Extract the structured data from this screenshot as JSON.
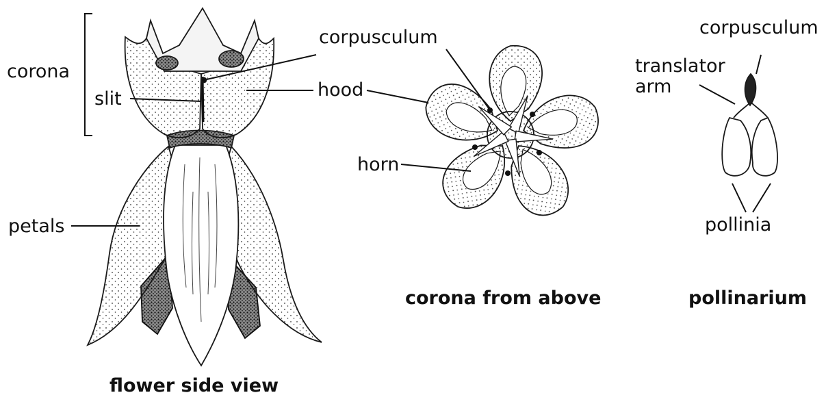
{
  "labels": {
    "corona": "corona",
    "slit": "slit",
    "petals": "petals",
    "corpusculum_center": "corpusculum",
    "hood": "hood",
    "horn": "horn",
    "corpusculum_right": "corpusculum",
    "translator_arm": "translator\narm",
    "pollinia": "pollinia"
  },
  "captions": {
    "flower_side_view": "flower side view",
    "corona_from_above": "corona from above",
    "pollinarium": "pollinarium"
  }
}
